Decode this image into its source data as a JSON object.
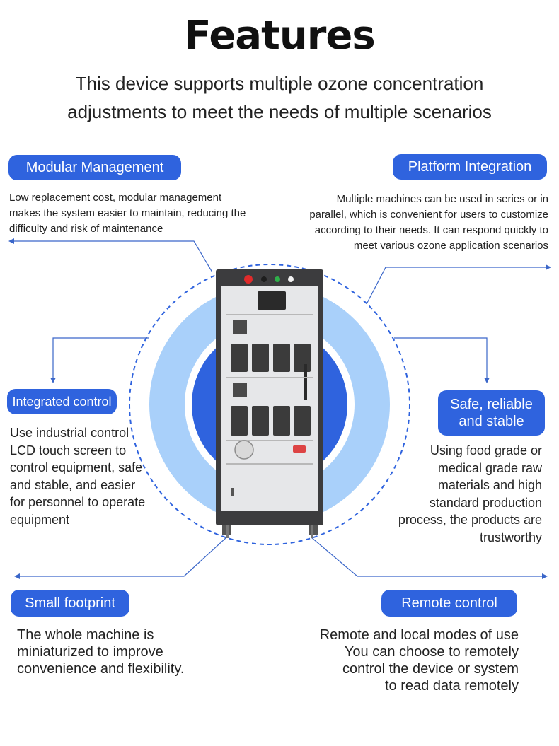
{
  "header": {
    "title": "Features",
    "subtitle_line1": "This device supports multiple ozone concentration",
    "subtitle_line2": "adjustments to meet the needs of multiple scenarios"
  },
  "features": {
    "modular": {
      "label": "Modular Management",
      "desc": [
        "Low replacement cost, modular management",
        "makes the system easier to maintain, reducing the",
        "difficulty and risk of maintenance"
      ]
    },
    "platform": {
      "label": "Platform Integration",
      "desc": [
        "Multiple machines can be used in series or in",
        "parallel, which is convenient for users to customize",
        "according to their needs. It can respond quickly to",
        "meet various ozone application scenarios"
      ]
    },
    "integrated": {
      "label": "Integrated control",
      "desc": [
        "Use industrial control",
        "LCD touch screen to",
        "control equipment, safe",
        "and stable, and easier",
        "for personnel to operate",
        "equipment"
      ]
    },
    "safe": {
      "label_line1": "Safe, reliable",
      "label_line2": "and stable",
      "desc": [
        "Using food grade or",
        "medical grade raw",
        "materials and high",
        "standard production",
        "process, the products are",
        "trustworthy"
      ]
    },
    "footprint": {
      "label": "Small footprint",
      "desc": [
        "The whole machine is",
        "miniaturized to improve",
        "convenience and flexibility."
      ]
    },
    "remote": {
      "label": "Remote control",
      "desc": [
        "Remote and local modes of use",
        "You can choose to remotely",
        "control the device or system",
        "to read data remotely"
      ]
    }
  },
  "colors": {
    "accent": "#2f63de",
    "ring_light": "#a9d0fa",
    "ring_dark": "#2f63de",
    "line": "#3a66c9"
  },
  "device": {
    "icon": "ozone-generator-cabinet-icon"
  }
}
